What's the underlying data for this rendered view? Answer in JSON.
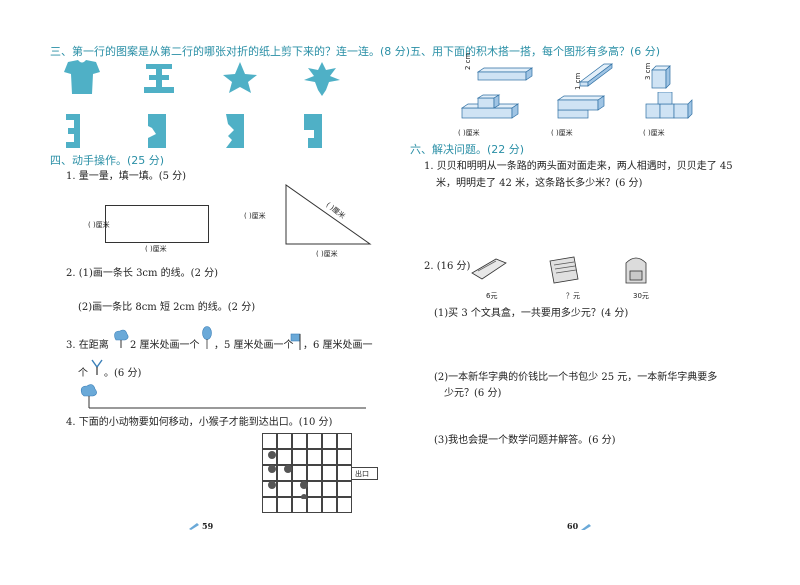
{
  "left": {
    "s3": {
      "title": "三、第一行的图案是从第二行的哪张对折的纸上剪下来的？连一连。(8 分)"
    },
    "s4": {
      "title": "四、动手操作。(25 分)",
      "q1": "1. 量一量，填一填。(5 分)",
      "rect_left": "(      )厘米",
      "rect_bottom": "(      )厘米",
      "tri_left": "(      )厘米",
      "tri_hyp": "(      )厘米",
      "tri_bottom": "(      )厘米",
      "q2a": "2. (1)画一条长 3cm 的线。(2 分)",
      "q2b": "(2)画一条比 8cm 短 2cm 的线。(2 分)",
      "q3_a": "3. 在距离",
      "q3_b": "2 厘米处画一个",
      "q3_c": "，5 厘米处画一个",
      "q3_d": "，6 厘米处画一",
      "q3_e": "个",
      "q3_f": "。(6 分)",
      "q4": "4. 下面的小动物要如何移动，小猴子才能到达出口。(10 分)",
      "exit": "出口"
    },
    "page": "59"
  },
  "right": {
    "s5": {
      "title": "五、用下面的积木搭一搭，每个图形有多高？(6 分)",
      "dim_2cm": "2 cm",
      "dim_1cm": "1 cm",
      "dim_3cm": "3 cm",
      "ans1": "(      )厘米",
      "ans2": "(      )厘米",
      "ans3": "(      )厘米"
    },
    "s6": {
      "title": "六、解决问题。(22 分)",
      "q1_l1": "1. 贝贝和明明从一条路的两头面对面走来，两人相遇时，贝贝走了 45",
      "q1_l2": "米，明明走了 42 米，这条路长多少米？(6 分)",
      "q2": "2. (16 分)",
      "price1": "6元",
      "price2": "？元",
      "price3": "30元",
      "q2a": "(1)买 3 个文具盒，一共要用多少元？(4 分)",
      "q2b_l1": "(2)一本新华字典的价钱比一个书包少 25 元，一本新华字典要多",
      "q2b_l2": "少元？(6 分)",
      "q2c": "(3)我也会提一个数学问题并解答。(6 分)"
    },
    "page": "60"
  },
  "colors": {
    "heading": "#2a8fa6",
    "accent": "#6aa9d8"
  }
}
